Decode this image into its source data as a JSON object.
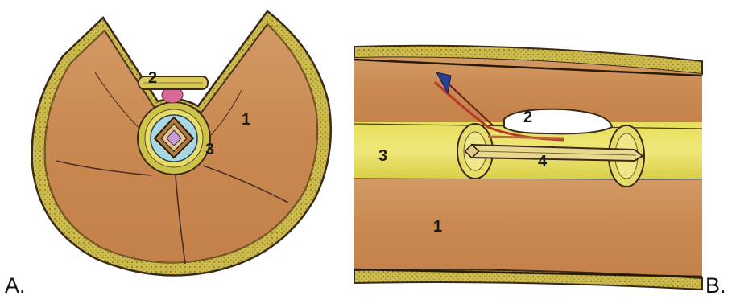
{
  "panels": {
    "a": {
      "letter": "A.",
      "labels": {
        "one": "1",
        "two": "2",
        "three": "3"
      }
    },
    "b": {
      "letter": "B.",
      "labels": {
        "one": "1",
        "two": "2",
        "three": "3",
        "four": "4"
      }
    }
  },
  "colors": {
    "muscle": "#c98850",
    "muscle_light": "#d9a06a",
    "skin_band": "#c9b84a",
    "skin_dots": "#8a7a2a",
    "outline": "#3a2a1a",
    "bone_yellow": "#e8df5c",
    "nail_blue": "#a9d8e0",
    "vessel_red": "#b33a2a",
    "vessel_blue": "#2a3f8f",
    "pink": "#d86a9a",
    "white": "#ffffff"
  }
}
